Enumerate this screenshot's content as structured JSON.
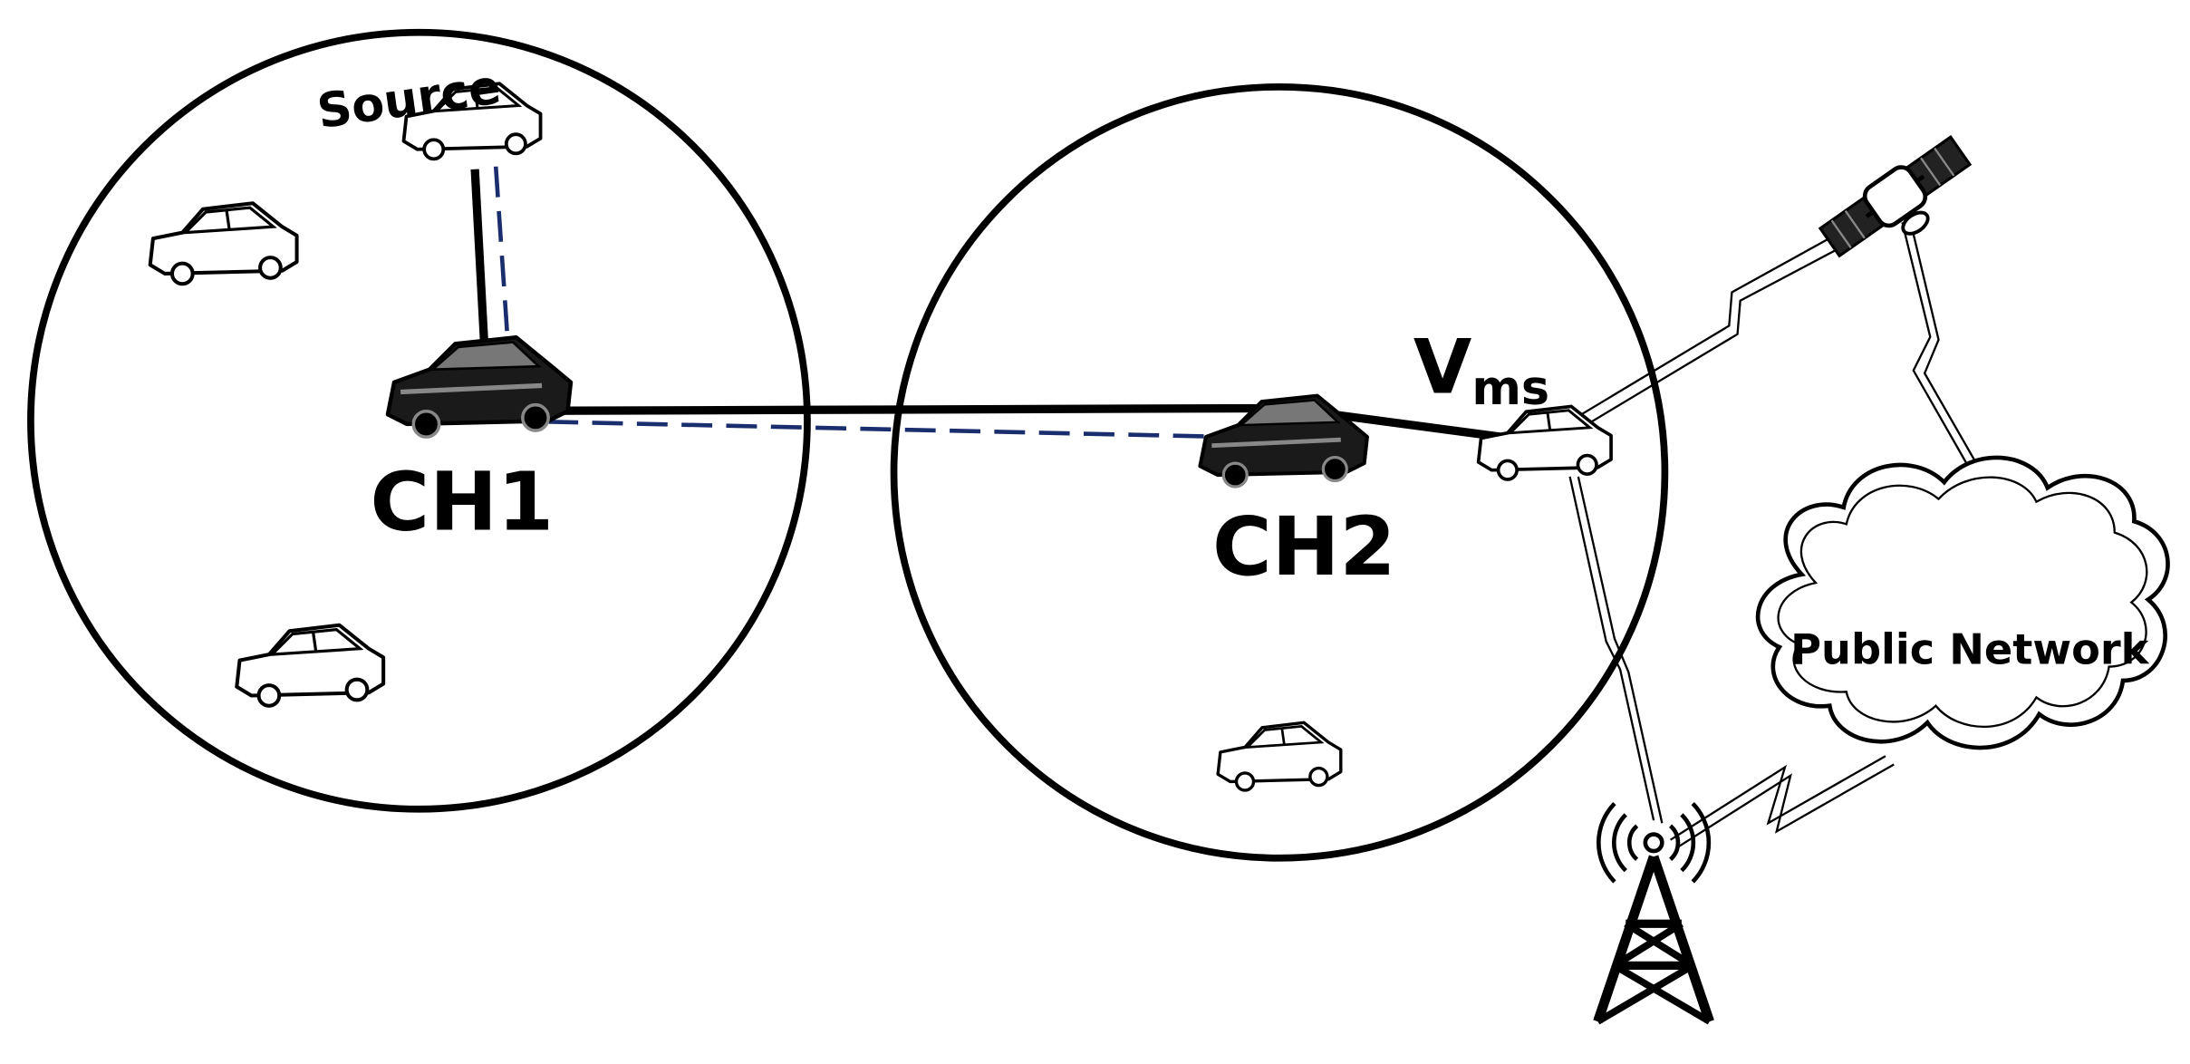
{
  "labels": {
    "source": "Source",
    "ch1": "CH1",
    "ch2": "CH2",
    "vms_main": "V",
    "vms_sub": "ms",
    "public_network": "Public Network"
  },
  "colors": {
    "stroke": "#000000",
    "dashed_path": "#1a2e6e",
    "background": "#ffffff"
  }
}
